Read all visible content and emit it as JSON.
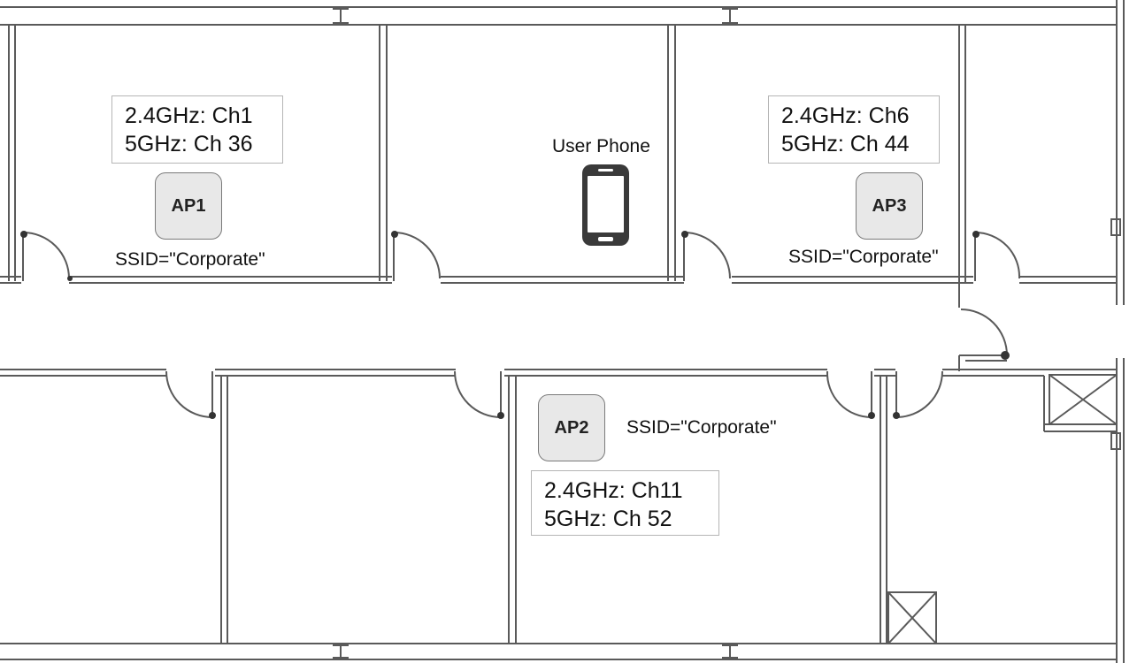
{
  "access_points": [
    {
      "name": "AP1",
      "ssid": "SSID=\"Corporate\"",
      "band_24": "2.4GHz: Ch1",
      "band_5": "5GHz: Ch 36"
    },
    {
      "name": "AP2",
      "ssid": "SSID=\"Corporate\"",
      "band_24": "2.4GHz: Ch11",
      "band_5": "5GHz: Ch 52"
    },
    {
      "name": "AP3",
      "ssid": "SSID=\"Corporate\"",
      "band_24": "2.4GHz: Ch6",
      "band_5": "5GHz: Ch 44"
    }
  ],
  "client": {
    "label": "User Phone",
    "icon": "smartphone-icon"
  },
  "colors": {
    "wall": "#5a5a5a",
    "ap_fill": "#e8e8e8",
    "box_border": "#b5b5b5",
    "phone": "#3a3a3a"
  }
}
